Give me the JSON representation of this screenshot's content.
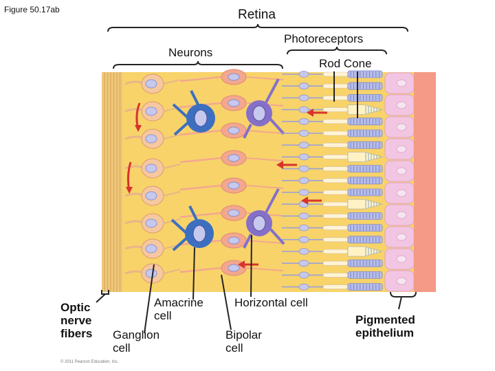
{
  "caption": "Figure 50.17ab",
  "labels": {
    "retina": "Retina",
    "neurons": "Neurons",
    "photoreceptors": "Photoreceptors",
    "rod_cone": "Rod Cone",
    "optic_nerve_fibers": "Optic\nnerve\nfibers",
    "amacrine_cell": "Amacrine\ncell",
    "horizontal_cell": "Horizontal cell",
    "ganglion_cell": "Ganglion\ncell",
    "bipolar_cell": "Bipolar\ncell",
    "pigmented_epithelium": "Pigmented\nepithelium"
  },
  "copyright": "© 2011 Pearson Education, Inc.",
  "colors": {
    "background_tissue": "#f7d36a",
    "optic_fibers": "#efc77a",
    "ganglion_cell": "#f6c8a0",
    "bipolar_cell": "#f3a78f",
    "amacrine_cell": "#3d6fc0",
    "horizontal_cell": "#8470c8",
    "rod_segment": "#b6bdea",
    "pigment_cell": "#f2c6e2",
    "pigment_edge": "#f49a86",
    "signal_arrow": "#d8332b",
    "nucleus": "#c6c8ee"
  }
}
